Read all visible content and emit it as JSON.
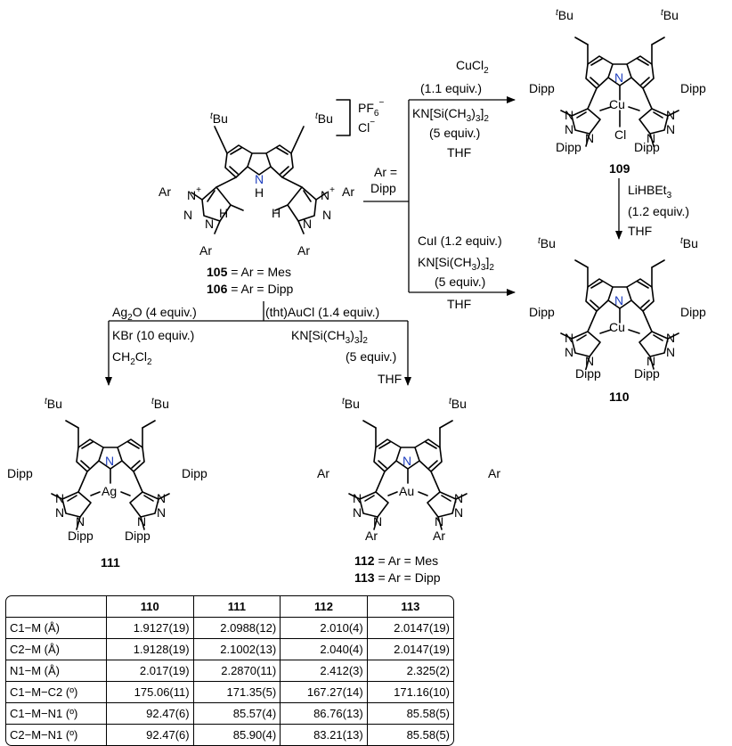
{
  "compounds": {
    "c105": "105",
    "c106": "106",
    "c109": "109",
    "c110": "110",
    "c111": "111",
    "c112": "112",
    "c113": "113",
    "eq_ar_mes": "= Ar = Mes",
    "eq_ar_dipp": "= Ar = Dipp"
  },
  "atoms": {
    "tbu_t": "t",
    "tbu_bu": "Bu",
    "ar": "Ar",
    "dipp": "Dipp",
    "n": "N",
    "h": "H",
    "nh_n": "N",
    "nh_h": "H",
    "plus": "+",
    "cu": "Cu",
    "ag": "Ag",
    "au": "Au",
    "cl": "Cl",
    "counterion_pf": "PF",
    "counterion_pf_sub": "6",
    "counterion_pf_sup": "−",
    "counterion_cl": "Cl",
    "counterion_cl_sup": "−"
  },
  "conditions": {
    "ar_eq": "Ar =",
    "ar_dipp": "Dipp",
    "cucl2_reagent": "CuCl",
    "cucl2_sub": "2",
    "cucl2_equiv": "(1.1 equiv.)",
    "base_k": "KN[Si(CH",
    "base_sub": "3",
    "base_mid": ")",
    "base_sub2": "3",
    "base_end": "]",
    "base_sub3": "2",
    "base_5equiv": "(5 equiv.)",
    "thf": "THF",
    "cui": "CuI (1.2 equiv.)",
    "lihbet": "LiHBEt",
    "lihbet_sub": "3",
    "lihbet_equiv": "(1.2 equiv.)",
    "ag2o": "Ag",
    "ag2o_sub": "2",
    "ag2o_end": "O (4 equiv.)",
    "kbr": "KBr (10 equiv.)",
    "ch2cl2": "CH",
    "ch2cl2_sub": "2",
    "ch2cl2_mid": "Cl",
    "ch2cl2_sub2": "2",
    "thtaucl": "(tht)AuCl (1.4 equiv.)"
  },
  "table": {
    "headers": [
      "",
      "110",
      "111",
      "112",
      "113"
    ],
    "rows": [
      {
        "label": "C1−M (Å)",
        "values": [
          "1.9127(19)",
          "2.0988(12)",
          "2.010(4)",
          "2.0147(19)"
        ]
      },
      {
        "label": "C2−M (Å)",
        "values": [
          "1.9128(19)",
          "2.1002(13)",
          "2.040(4)",
          "2.0147(19)"
        ]
      },
      {
        "label": "N1−M (Å)",
        "values": [
          "2.017(19)",
          "2.2870(11)",
          "2.412(3)",
          "2.325(2)"
        ]
      },
      {
        "label": "C1−M−C2 (º)",
        "values": [
          "175.06(11)",
          "171.35(5)",
          "167.27(14)",
          "171.16(10)"
        ]
      },
      {
        "label": "C1−M−N1 (º)",
        "values": [
          "92.47(6)",
          "85.57(4)",
          "86.76(13)",
          "85.58(5)"
        ]
      },
      {
        "label": "C2−M−N1 (º)",
        "values": [
          "92.47(6)",
          "85.90(4)",
          "83.21(13)",
          "85.58(5)"
        ]
      }
    ]
  }
}
